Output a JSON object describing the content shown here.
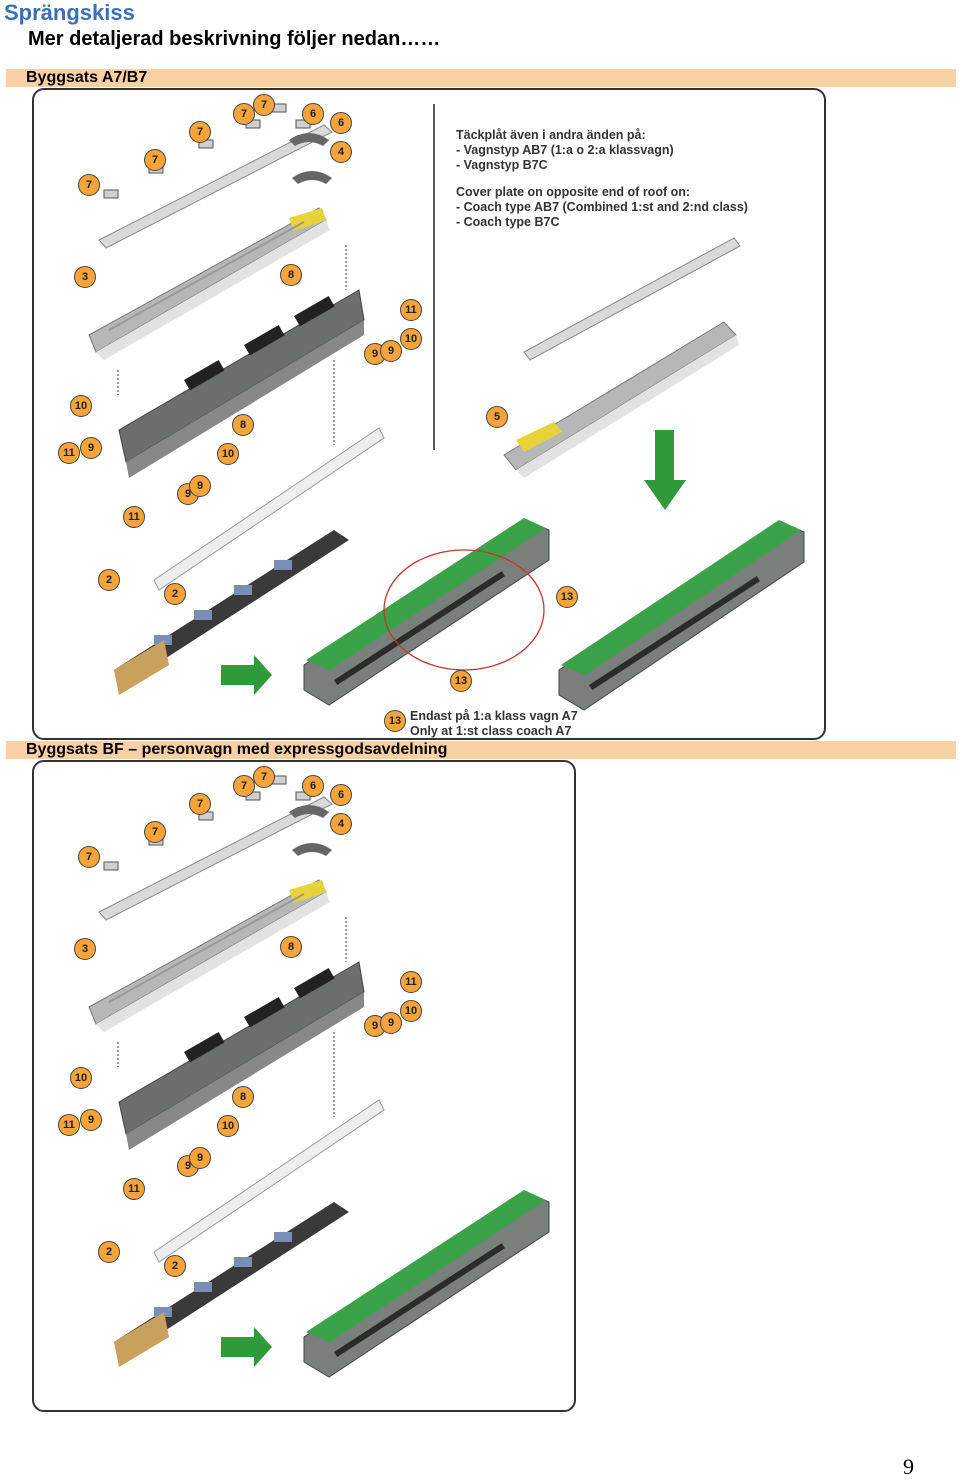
{
  "header": {
    "title": "Sprängskiss",
    "subtitle": "Mer detaljerad beskrivning följer nedan……"
  },
  "section1": {
    "label": "Byggsats A7/B7",
    "note_sv": [
      "Täckplåt även i andra änden på:",
      "- Vagnstyp AB7 (1:a o 2:a klassvagn)",
      "- Vagnstyp B7C"
    ],
    "note_en": [
      "Cover plate on opposite end of roof on:",
      "- Coach type AB7 (Combined 1:st and 2:nd class)",
      "- Coach type B7C"
    ],
    "footnote_badge": "13",
    "footnote": [
      "Endast på 1:a klass vagn A7",
      "Only at 1:st class coach A7"
    ],
    "badges": [
      "7",
      "7",
      "7",
      "7",
      "7",
      "6",
      "6",
      "4",
      "3",
      "8",
      "11",
      "10",
      "9",
      "9",
      "10",
      "11",
      "9",
      "8",
      "10",
      "9",
      "9",
      "11",
      "5",
      "2",
      "2",
      "13",
      "13"
    ]
  },
  "section2": {
    "label": "Byggsats BF – personvagn med expressgodsavdelning",
    "badges": [
      "7",
      "7",
      "7",
      "7",
      "7",
      "6",
      "6",
      "4",
      "3",
      "8",
      "11",
      "10",
      "9",
      "9",
      "10",
      "11",
      "9",
      "8",
      "10",
      "9",
      "9",
      "11",
      "2",
      "2"
    ]
  },
  "page_number": "9",
  "colors": {
    "badge": "#f4a43b",
    "heading": "#3b6fb6",
    "band": "#f9cfa6",
    "roof_stripe": "#e8d23a",
    "green_arrow": "#2f9a3a"
  }
}
